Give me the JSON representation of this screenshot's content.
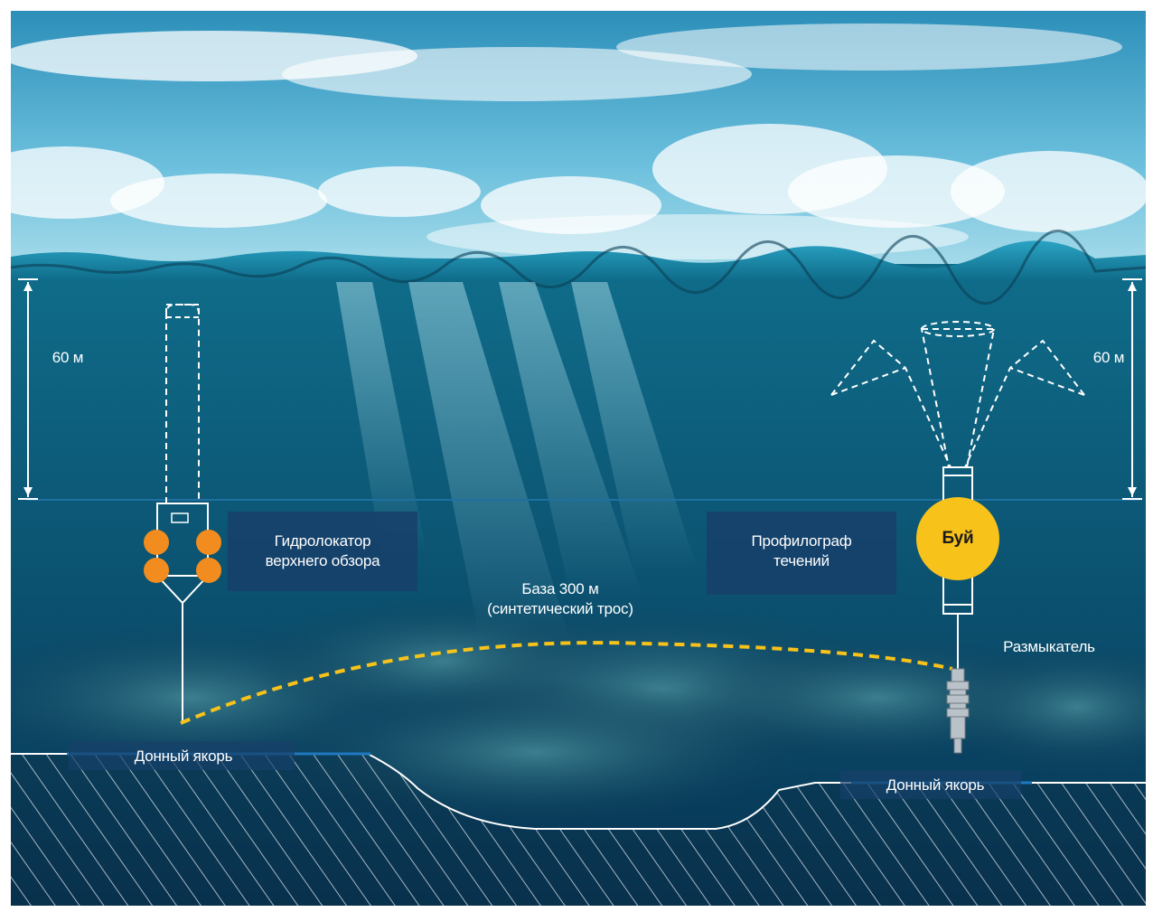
{
  "diagram": {
    "depth_left": "60 м",
    "depth_right": "60 м",
    "sonar_label": "Гидролокатор\nверхнего обзора",
    "profiler_label": "Профилограф\nтечений",
    "buoy_label": "Буй",
    "baseline_label": "База 300 м\n(синтетический трос)",
    "release_label": "Размыкатель",
    "anchor_left_label": "Донный якорь",
    "anchor_right_label": "Донный якорь"
  },
  "colors": {
    "accent": "#f7c21a",
    "floats": "#f28c1e",
    "line": "#ffffff",
    "label_box": "#17406a"
  }
}
